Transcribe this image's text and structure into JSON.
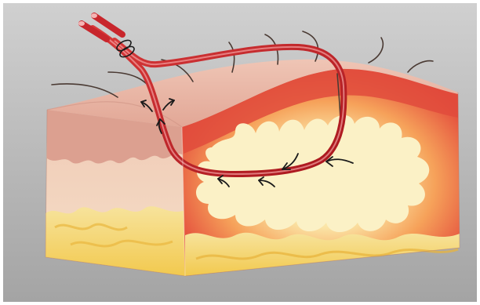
{
  "figure": {
    "description_text": "",
    "colors": {
      "background_top": "#c9c9c9",
      "background_bottom": "#a7a7a7",
      "epidermis_top": "#e9b6a6",
      "epidermis_side": "#d69c8c",
      "dermis_side": "#f2d0b9",
      "fat": "#f4d36a",
      "fat_light": "#f8e7a6",
      "inflamed_red": "#e2463a",
      "inflamed_orange": "#f6a25a",
      "abscess_cream": "#fbf2c8",
      "tube_red": "#c8262c",
      "tube_highlight": "#f07a7a",
      "hair": "#4a3a33",
      "arrow": "#1a1a1a"
    },
    "icons": [
      "hair-strand",
      "flow-arrow",
      "suture-knot"
    ]
  }
}
